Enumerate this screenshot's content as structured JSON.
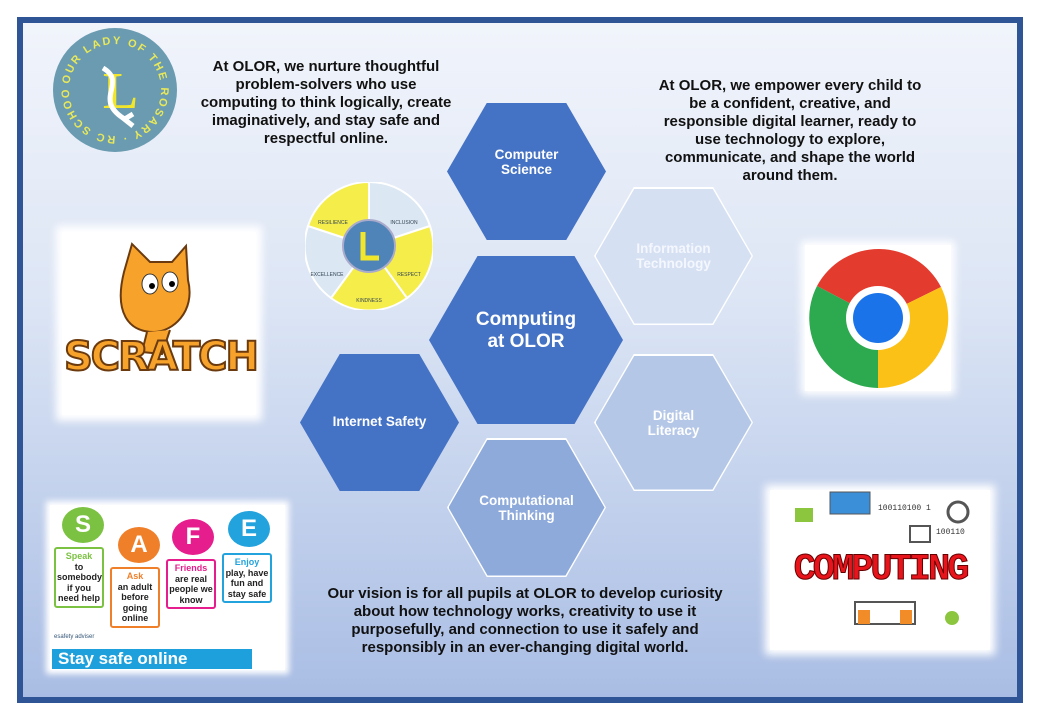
{
  "text": {
    "left_mission": "At OLOR, we nurture thoughtful problem-solvers who use computing to think logically, create imaginatively, and stay safe and respectful online.",
    "right_mission": "At OLOR, we empower every child to be a confident, creative, and responsible digital learner, ready to use technology to explore, communicate, and shape the world around them.",
    "vision": "Our vision is for all pupils at OLOR to develop curiosity about how technology works, creativity to use it purposefully, and connection to use it safely and responsibly in an ever-changing digital world."
  },
  "hexagons": {
    "center": "Computing at OLOR",
    "computer_science": "Computer Science",
    "information_technology": "Information Technology",
    "digital_literacy": "Digital Literacy",
    "computational_thinking": "Computational Thinking",
    "internet_safety": "Internet Safety"
  },
  "logo": {
    "text": "OUR LADY OF THE ROSARY · RC SCHOOL ·",
    "letter": "L"
  },
  "values_wheel": [
    "RESILIENCE",
    "INCLUSION",
    "RESPECT",
    "KINDNESS",
    "EXCELLENCE"
  ],
  "scratch": {
    "label": "SCRATCH"
  },
  "safe": {
    "letters": [
      "S",
      "A",
      "F",
      "E"
    ],
    "cards": [
      {
        "head": "Speak",
        "body": "to somebody if you need help"
      },
      {
        "head": "Ask",
        "body": "an adult before going online"
      },
      {
        "head": "Friends",
        "body": "are real people we know"
      },
      {
        "head": "Enjoy",
        "body": "play, have fun and stay safe"
      }
    ],
    "credit": "esafety adviser",
    "banner": "Stay safe online"
  },
  "computing_image": {
    "label": "COMPUTING",
    "binary1": "100110100 1",
    "binary2": "100110"
  },
  "colors": {
    "frame": "#2f5597",
    "hex_dark": "#4472c4",
    "hex_mid": "#8eaadb",
    "hex_light": "#b4c7e7"
  }
}
